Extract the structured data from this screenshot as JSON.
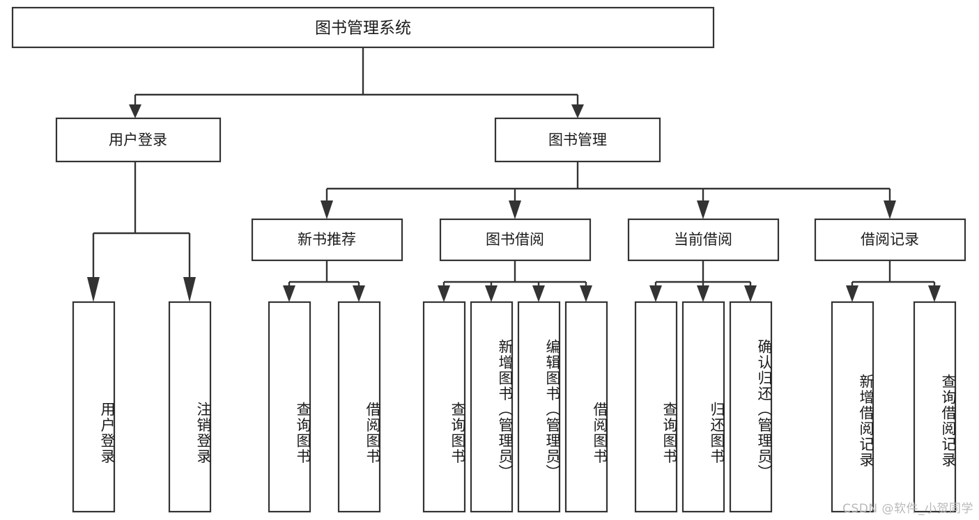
{
  "diagram": {
    "type": "tree",
    "title": "图书管理系统",
    "watermark": "CSDN @软件_小贺同学",
    "colors": {
      "box_stroke": "#333333",
      "box_fill": "#ffffff",
      "connector": "#333333",
      "text": "#1a1a1a",
      "watermark": "#b9b9b9",
      "background": "#ffffff"
    },
    "levels": {
      "root": {
        "label": "图书管理系统"
      },
      "level2": [
        {
          "label": "用户登录"
        },
        {
          "label": "图书管理"
        }
      ],
      "level3": [
        {
          "label": "新书推荐"
        },
        {
          "label": "图书借阅"
        },
        {
          "label": "当前借阅"
        },
        {
          "label": "借阅记录"
        }
      ]
    },
    "leaves": {
      "user_login": [
        {
          "label": "用户登录"
        },
        {
          "label": "注销登录"
        }
      ],
      "new_book_recommend": [
        {
          "label": "查询图书"
        },
        {
          "label": "借阅图书"
        }
      ],
      "book_borrow": [
        {
          "label": "查询图书"
        },
        {
          "label": "新增图书（管理员）"
        },
        {
          "label": "编辑图书（管理员）"
        },
        {
          "label": "借阅图书"
        }
      ],
      "current_borrow": [
        {
          "label": "查询图书"
        },
        {
          "label": "归还图书"
        },
        {
          "label": "确认归还（管理员）"
        }
      ],
      "borrow_record": [
        {
          "label": "新增借阅记录"
        },
        {
          "label": "查询借阅记录"
        }
      ]
    }
  }
}
